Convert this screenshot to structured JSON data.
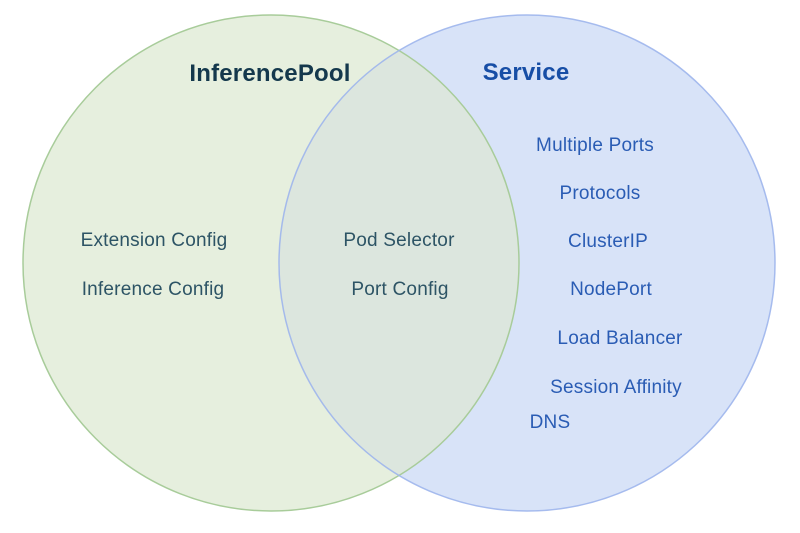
{
  "diagram": {
    "type": "venn",
    "left": {
      "title": "InferencePool",
      "items": [
        "Extension Config",
        "Inference Config"
      ]
    },
    "overlap": {
      "items": [
        "Pod Selector",
        "Port Config"
      ]
    },
    "right": {
      "title": "Service",
      "items": [
        "Multiple Ports",
        "Protocols",
        "ClusterIP",
        "NodePort",
        "Load Balancer",
        "Session Affinity",
        "DNS"
      ]
    }
  },
  "colors": {
    "background": "#ffffff",
    "left_fill": "#e6efde",
    "left_border": "#a8cc9a",
    "right_fill": "#d8e3f8",
    "right_border": "#9db5ec",
    "overlap_fill": "#dce6de",
    "left_title_text": "#14384c",
    "left_item_text": "#2d5465",
    "right_title_text": "#174ea6",
    "right_item_text": "#2a5cb4"
  }
}
